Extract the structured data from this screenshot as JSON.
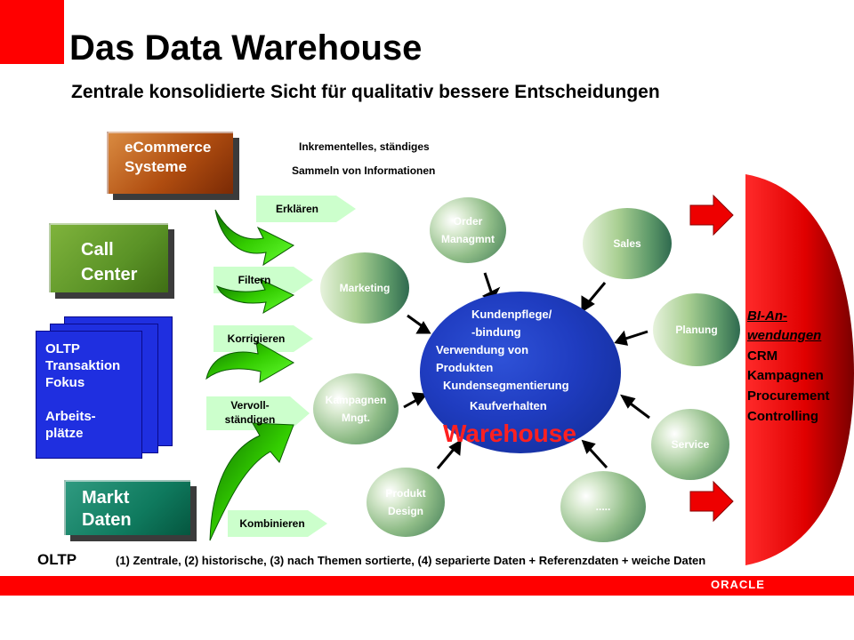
{
  "header": {
    "title": "Das Data Warehouse",
    "subtitle": "Zentrale konsolidierte Sicht für qualitativ bessere  Entscheidungen"
  },
  "note": {
    "line1": "Inkrementelles, ständiges",
    "line2": "Sammeln von Informationen"
  },
  "sources": {
    "ecommerce": [
      "eCommerce",
      "Systeme"
    ],
    "call_center": [
      "Call",
      "Center"
    ],
    "oltp": [
      "OLTP",
      "Transaktion",
      "Fokus",
      "",
      "Arbeits-",
      "plätze"
    ],
    "markt": [
      "Markt",
      "Daten"
    ]
  },
  "process_steps": {
    "erklaeren": "Erklären",
    "filtern": "Filtern",
    "korrigieren": "Korrigieren",
    "vervoll": [
      "Vervoll-",
      "ständigen"
    ],
    "kombinieren": "Kombinieren"
  },
  "bubbles": {
    "order": [
      "Order",
      "Managmnt"
    ],
    "sales": "Sales",
    "marketing": "Marketing",
    "planung": "Planung",
    "kampagnen": [
      "Kampagnen",
      "Mngt."
    ],
    "service": "Service",
    "produkt": [
      "Produkt",
      "Design"
    ],
    "more": "....."
  },
  "core": {
    "lines": [
      "Kundenpflege/",
      "-bindung",
      "Verwendung  von",
      "Produkten",
      "Kundensegmentierung",
      "Kaufverhalten"
    ],
    "label": "Warehouse"
  },
  "bi": {
    "heading": [
      "BI-An-",
      "wendungen"
    ],
    "items": [
      "CRM",
      "Kampagnen",
      "Procurement",
      "Controlling"
    ]
  },
  "footer": {
    "oltp": "OLTP",
    "description": "(1) Zentrale, (2)  historische, (3) nach Themen sortierte, (4) separierte Daten +  Referenzdaten + weiche Daten",
    "brand": "ORACLE"
  },
  "colors": {
    "accent_red": "#ff0000",
    "oltp_blue": "#1f2fe0",
    "core_blue": "#1f3cc0",
    "arrow_green": "#33cc00"
  }
}
